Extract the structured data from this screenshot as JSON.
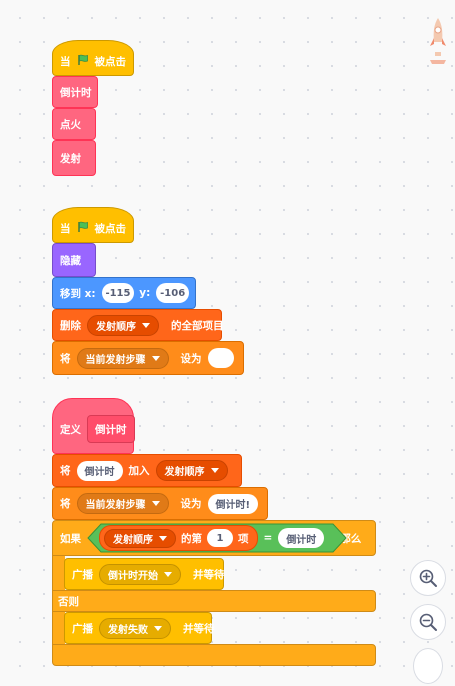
{
  "script1": {
    "when": "当",
    "clicked": "被点击",
    "countdown": "倒计时",
    "ignite": "点火",
    "launch": "发射"
  },
  "script2": {
    "when": "当",
    "clicked": "被点击",
    "hide": "隐藏",
    "goto_x": "移到 x:",
    "x_value": "-115",
    "goto_y": "y:",
    "y_value": "-106",
    "delete_all": "删除",
    "list_name": "发射顺序",
    "delete_all_suffix": "的全部项目",
    "set_prefix": "将",
    "var_name": "当前发射步骤",
    "set_to": "设为",
    "set_value": ""
  },
  "script3": {
    "define": "定义",
    "proc_name": "倒计时",
    "add_prefix": "将",
    "add_item": "倒计时",
    "add_to": "加入",
    "add_list": "发射顺序",
    "set_prefix": "将",
    "set_var": "当前发射步骤",
    "set_to": "设为",
    "set_value": "倒计时!",
    "if": "如果",
    "item_list": "发射顺序",
    "item_of": "的第",
    "item_index": "1",
    "item_suffix": "项",
    "equals": "=",
    "compare_value": "倒计时",
    "then": "那么",
    "broadcast1": "广播",
    "broadcast1_msg": "倒计时开始",
    "broadcast1_wait": "并等待",
    "else": "否则",
    "broadcast2": "广播",
    "broadcast2_msg": "发射失败",
    "broadcast2_wait": "并等待"
  },
  "icons": {
    "flag": "green-flag-icon",
    "zoom_in": "zoom-in-icon",
    "zoom_out": "zoom-out-icon",
    "sprite": "rocket-sprite-icon"
  },
  "colors": {
    "events": "#ffbf00",
    "custom": "#ff6680",
    "looks": "#9966ff",
    "motion": "#4c97ff",
    "list": "#ff661a",
    "variables": "#ff8c1a",
    "control": "#ffab19",
    "operator": "#59c059"
  }
}
